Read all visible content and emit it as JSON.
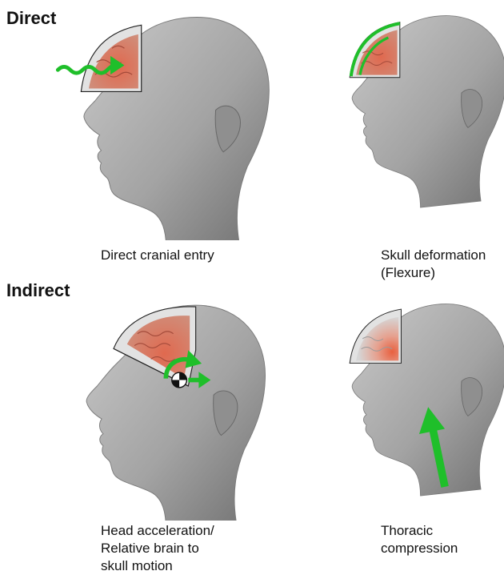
{
  "sections": {
    "direct": {
      "title": "Direct"
    },
    "indirect": {
      "title": "Indirect"
    }
  },
  "panels": [
    {
      "id": "direct-cranial-entry",
      "caption": "Direct cranial entry",
      "arrow": "wavy-arrow-into-brain"
    },
    {
      "id": "skull-deformation",
      "caption": "Skull deformation\n(Flexure)",
      "arrow": "skull-outline-highlight"
    },
    {
      "id": "head-acceleration",
      "caption": "Head acceleration/\nRelative brain to\nskull motion",
      "arrow": "rotational-and-linear-arrows"
    },
    {
      "id": "thoracic-compression",
      "caption": "Thoracic\ncompression",
      "arrow": "upward-arrow-from-neck"
    }
  ],
  "colors": {
    "arrow": "#1fbf2a",
    "brain": "#d9735a",
    "skin": "#a9a9a9"
  }
}
